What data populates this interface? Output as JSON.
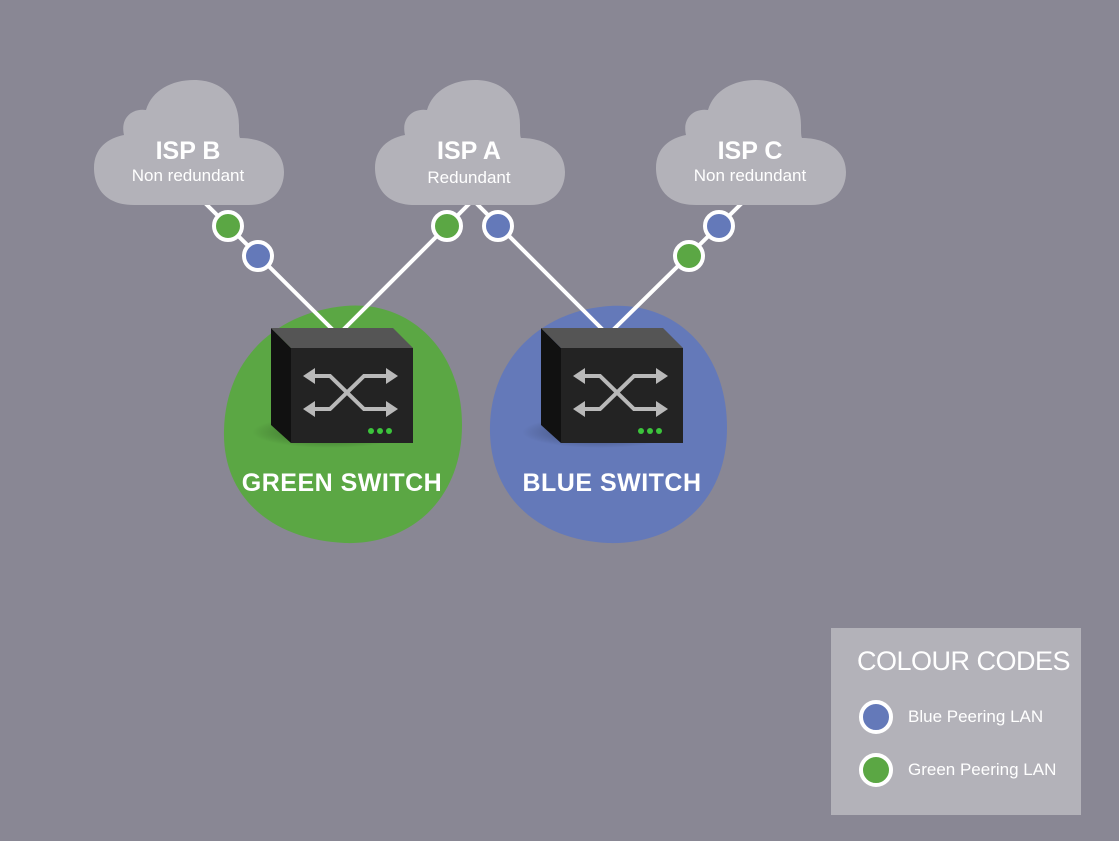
{
  "colors": {
    "background": "#898794",
    "cloud": "#b3b2b9",
    "green": "#5ba744",
    "blue": "#6479b9",
    "white": "#ffffff",
    "switch_body": "#232323",
    "switch_top": "#555555",
    "led": "#3cc43c"
  },
  "clouds": [
    {
      "id": "isp-b",
      "title": "ISP B",
      "subtitle": "Non redundant"
    },
    {
      "id": "isp-a",
      "title": "ISP A",
      "subtitle": "Redundant"
    },
    {
      "id": "isp-c",
      "title": "ISP C",
      "subtitle": "Non redundant"
    }
  ],
  "switches": [
    {
      "id": "green-switch",
      "label": "GREEN SWITCH",
      "color": "green"
    },
    {
      "id": "blue-switch",
      "label": "BLUE SWITCH",
      "color": "blue"
    }
  ],
  "links": [
    {
      "from": "isp-b",
      "to": "green-switch",
      "dots": [
        "green",
        "blue"
      ]
    },
    {
      "from": "isp-a",
      "to": "green-switch",
      "dots": [
        "green"
      ]
    },
    {
      "from": "isp-a",
      "to": "blue-switch",
      "dots": [
        "blue"
      ]
    },
    {
      "from": "isp-c",
      "to": "blue-switch",
      "dots": [
        "blue",
        "green"
      ]
    }
  ],
  "legend": {
    "title": "COLOUR CODES",
    "items": [
      {
        "label": "Blue Peering LAN",
        "color": "blue"
      },
      {
        "label": "Green Peering LAN",
        "color": "green"
      }
    ]
  },
  "icons": [
    "cloud-icon",
    "network-switch-icon",
    "crossing-arrows-icon",
    "status-led-icon"
  ]
}
